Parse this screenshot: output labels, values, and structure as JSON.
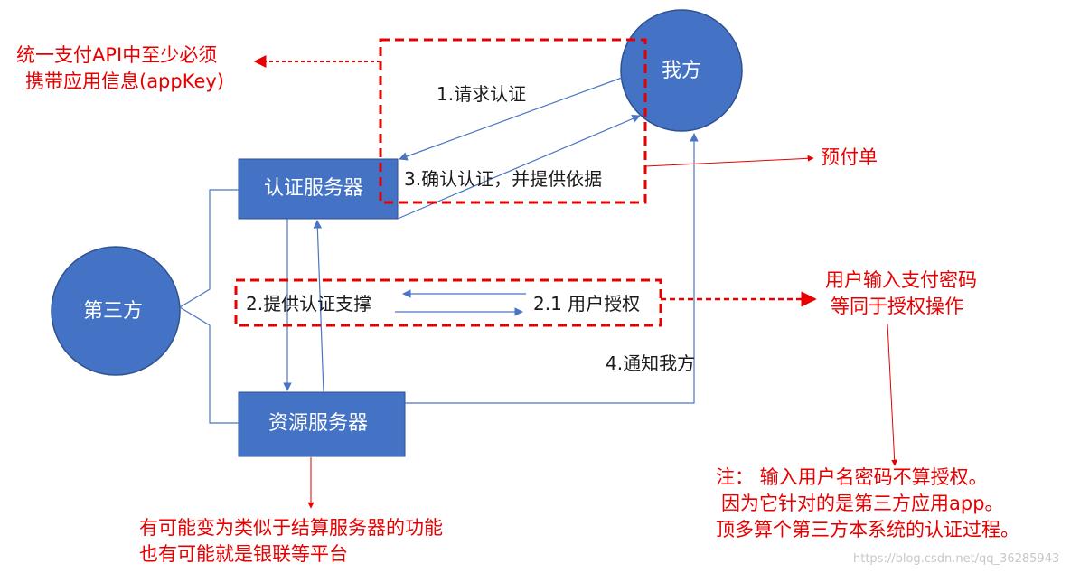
{
  "nodes": {
    "us": "我方",
    "third_party": "第三方",
    "auth_server": "认证服务器",
    "resource_server": "资源服务器"
  },
  "steps": {
    "step1": "1.请求认证",
    "step2": "2.提供认证支撑",
    "step2_1": "2.1 用户授权",
    "step3": "3.确认认证，并提供依据",
    "step4": "4.通知我方"
  },
  "notes": {
    "api_line1": "统一支付API中至少必须",
    "api_line2": "携带应用信息(appKey)",
    "prepay": "预付单",
    "password_line1": "用户输入支付密码",
    "password_line2": "等同于授权操作",
    "note_line1": "注：  输入用户名密码不算授权。",
    "note_line2": "因为它针对的是第三方应用app。",
    "note_line3": "顶多算个第三方本系统的认证过程。",
    "resource_line1": "有可能变为类似于结算服务器的功能",
    "resource_line2": "也有可能就是银联等平台"
  },
  "watermark": "https://blog.csdn.net/qq_36285943",
  "colors": {
    "node_fill": "#4472c4",
    "node_stroke": "#2f528f",
    "connector": "#4a74c4",
    "annotation": "#e60000"
  }
}
